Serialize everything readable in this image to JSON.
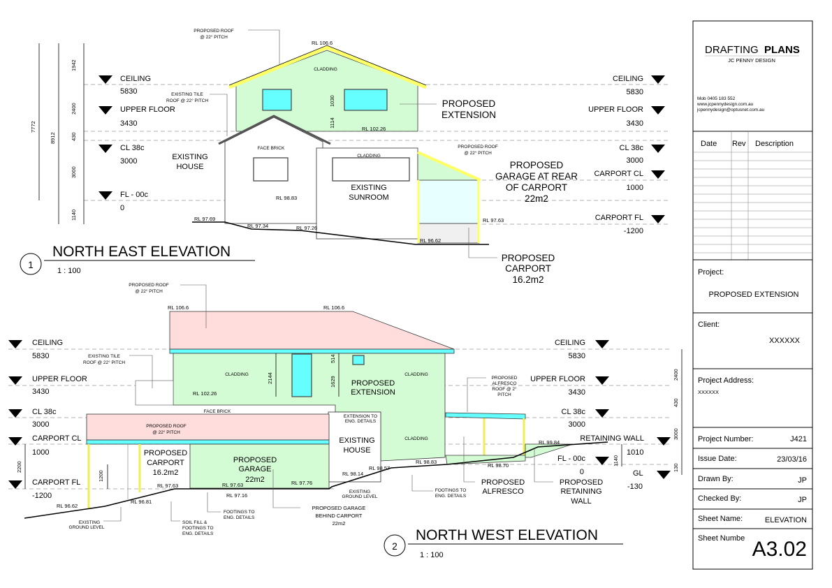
{
  "title_block": {
    "logo_main": "DRAFTING",
    "logo_accent": "PLANS",
    "company": "JC PENNY DESIGN",
    "contact": [
      "Mob 0405 183 552",
      "www.jcpennydesign.com.au",
      "jcpennydesign@optusnet.com.au"
    ],
    "rev_headers": [
      "Date",
      "Rev",
      "Description"
    ],
    "project_label": "Project:",
    "project": "PROPOSED EXTENSION",
    "client_label": "Client:",
    "client": "XXXXXX",
    "address_label": "Project Address:",
    "address": "XXXXXX",
    "fields": [
      {
        "label": "Project Number:",
        "value": "J421"
      },
      {
        "label": "Issue Date:",
        "value": "23/03/16"
      },
      {
        "label": "Drawn By:",
        "value": "JP"
      },
      {
        "label": "Checked By:",
        "value": "JP"
      },
      {
        "label": "Sheet Name:",
        "value": "ELEVATION"
      }
    ],
    "sheet_number_label": "Sheet Numbe",
    "sheet_number": "A3.02",
    "accent_color": "#22dd33"
  },
  "ne": {
    "number": "1",
    "title": "NORTH EAST ELEVATION",
    "scale": "1 : 100",
    "levels_left": [
      {
        "name": "CEILING",
        "value": "5830"
      },
      {
        "name": "UPPER FLOOR",
        "value": "3430"
      },
      {
        "name": "CL  38c",
        "value": "3000"
      },
      {
        "name": "FL - 00c",
        "value": "0"
      }
    ],
    "levels_right": [
      {
        "name": "CEILING",
        "value": "5830"
      },
      {
        "name": "UPPER FLOOR",
        "value": "3430"
      },
      {
        "name": "CL  38c",
        "value": "3000"
      },
      {
        "name": "CARPORT CL",
        "value": "1000"
      },
      {
        "name": "CARPORT FL",
        "value": "-1200"
      }
    ],
    "dims": [
      "1942",
      "2400",
      "430",
      "3000",
      "1140"
    ],
    "overall_dims": [
      "7772",
      "8912"
    ],
    "window_dims": [
      "1030",
      "1114"
    ],
    "rl": [
      "RL 106.6",
      "RL 102.26",
      "RL 98.83",
      "RL 97.69",
      "RL 97.34",
      "RL 97.26",
      "RL 97.63",
      "RL 96.62"
    ],
    "notes": {
      "roof": [
        "PROPOSED ROOF",
        "@ 22° PITCH"
      ],
      "tile_roof": [
        "EXISTING TILE",
        "ROOF @ 22° PITCH"
      ],
      "cladding": "CLADDING",
      "face_brick": "FACE BRICK",
      "existing_house": [
        "EXISTING",
        "HOUSE"
      ],
      "sunroom": [
        "EXISTING",
        "SUNROOM"
      ],
      "extension": [
        "PROPOSED",
        "EXTENSION"
      ],
      "garage_roof": [
        "PROPOSED ROOF",
        "@ 22° PITCH"
      ],
      "garage": [
        "PROPOSED",
        "GARAGE AT REAR",
        "OF CARPORT",
        "22m2"
      ],
      "carport": [
        "PROPOSED",
        "CARPORT",
        "16.2m2"
      ]
    }
  },
  "nw": {
    "number": "2",
    "title": "NORTH WEST ELEVATION",
    "scale": "1 : 100",
    "levels_left": [
      {
        "name": "CEILING",
        "value": "5830"
      },
      {
        "name": "UPPER FLOOR",
        "value": "3430"
      },
      {
        "name": "CL  38c",
        "value": "3000"
      },
      {
        "name": "CARPORT CL",
        "value": "1000"
      },
      {
        "name": "CARPORT FL",
        "value": "-1200"
      }
    ],
    "levels_right": [
      {
        "name": "CEILING",
        "value": "5830"
      },
      {
        "name": "UPPER FLOOR",
        "value": "3430"
      },
      {
        "name": "CL  38c",
        "value": "3000"
      },
      {
        "name": "RETAINING WALL",
        "value": "1010"
      },
      {
        "name": "FL - 00c",
        "value": "0"
      },
      {
        "name": "GL",
        "value": "-130"
      }
    ],
    "dims_right": [
      "2400",
      "430",
      "3000",
      "130"
    ],
    "dims": [
      "2200",
      "1200",
      "2144",
      "514",
      "1629",
      "1140"
    ],
    "rl": [
      "RL 106.6",
      "RL 106.6",
      "RL 102.26",
      "RL 97.63",
      "RL 97.63",
      "RL 97.76",
      "RL 97.16",
      "RL 96.81",
      "RL 96.62",
      "RL 98.14",
      "RL 98.57",
      "RL 98.83",
      "RL 98.70",
      "RL 99.84"
    ],
    "notes": {
      "roof": [
        "PROPOSED ROOF",
        "@ 22° PITCH"
      ],
      "tile_roof": [
        "EXISTING TILE",
        "ROOF @ 22° PITCH"
      ],
      "cladding": "CLADDING",
      "face_brick": "FACE BRICK",
      "carport_roof": [
        "PROPOSED ROOF",
        "@ 22° PITCH"
      ],
      "carport": [
        "PROPOSED",
        "CARPORT",
        "16.2m2"
      ],
      "garage": [
        "PROPOSED",
        "GARAGE",
        "22m2"
      ],
      "extension": [
        "PROPOSED",
        "EXTENSION"
      ],
      "ext_eng": [
        "EXTENSION TO",
        "ENG. DETAILS"
      ],
      "existing_house": [
        "EXISTING",
        "HOUSE"
      ],
      "alfresco_roof": [
        "PROPOSED",
        "ALFRESCO",
        "ROOF @ 2°",
        "PITCH"
      ],
      "ground": [
        "EXISTING",
        "GROUND LEVEL"
      ],
      "soil": [
        "SOIL FILL &",
        "FOOTINGS TO",
        "ENG. DETAILS"
      ],
      "footings": [
        "FOOTINGS TO",
        "ENG. DETAILS"
      ],
      "garage_behind": [
        "PROPOSED GARAGE",
        "BEHIND CARPORT",
        "22m2"
      ],
      "ground2": [
        "EXISTING",
        "GROUND LEVEL"
      ],
      "footings2": [
        "FOOTINGS TO",
        "ENG. DETAILS"
      ],
      "alfresco": [
        "PROPOSED",
        "ALFRESCO"
      ],
      "retaining": [
        "PROPOSED",
        "RETAINING",
        "WALL"
      ]
    }
  }
}
